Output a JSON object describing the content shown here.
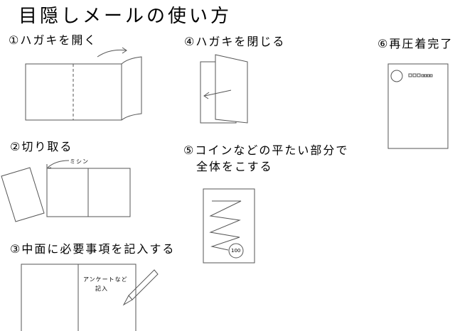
{
  "title": "目隠しメールの使い方",
  "steps": [
    {
      "label": "①ハガキを開く"
    },
    {
      "label": "②切り取る",
      "annotation": "ミシン"
    },
    {
      "label": "③中面に必要事項を記入する",
      "note_line1": "アンケートなど",
      "note_line2": "記入"
    },
    {
      "label": "④ハガキを閉じる"
    },
    {
      "label": "⑤コインなどの平たい部分で",
      "label_line2": "全体をこする",
      "coin_value": "100"
    },
    {
      "label": "⑥再圧着完了"
    }
  ]
}
